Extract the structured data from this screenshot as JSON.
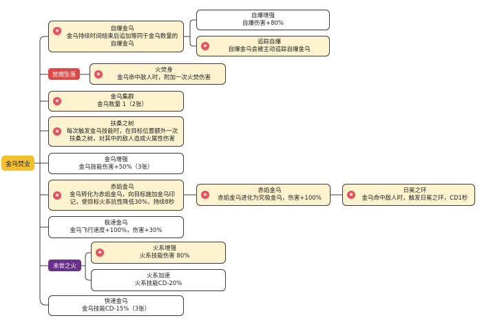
{
  "colors": {
    "root": "#f4c02a",
    "card": "#fdf3cf",
    "tag_red": "#e04848",
    "tag_purple": "#6b2f8e",
    "star": "#e8505b",
    "line": "#3a3a3a"
  },
  "icons": {
    "star": "star-icon"
  },
  "root": "金乌焚业",
  "tags": {
    "red": "焚燃坠落",
    "purple": "末世之火"
  },
  "nodes": {
    "n1": {
      "title": "自爆金乌",
      "desc": "金乌持续时间结束后追加等同于金乌数量的自爆金乌"
    },
    "n1a": {
      "title": "自爆增强",
      "desc": "自爆伤害+80%"
    },
    "n1b": {
      "title": "追踪自爆",
      "desc": "自爆金乌会被主动追踪自爆金乌"
    },
    "n2a": {
      "title": "火焚身",
      "desc": "金乌命中敌人时，附加一次火焚伤害"
    },
    "n3": {
      "title": "金乌集群",
      "desc": "金乌数量 1（2张）"
    },
    "n4": {
      "title": "扶桑之树",
      "desc": "每次触发金乌技能时，在目标位置额外一次扶桑之树，对其中的敌人造成火属性伤害"
    },
    "n5": {
      "title": "金乌增强",
      "desc": "金乌技能伤害+50%（3张）"
    },
    "n6": {
      "title": "赤焰金乌",
      "desc": "金乌转化为赤焰金乌，向目标施加金乌印记，使目标火系抗性降低30%，持续8秒"
    },
    "n6a": {
      "title": "赤焰金乌",
      "desc": "赤焰金乌进化为究极金乌，伤害+100%"
    },
    "n6b": {
      "title": "日冕之环",
      "desc": "金乌命中敌人时，触发日冕之环，CD1秒"
    },
    "n7": {
      "title": "极速金乌",
      "desc": "金乌飞行速度+100%，伤害+30%"
    },
    "n8a": {
      "title": "火系增强",
      "desc": "火系技能伤害 80%"
    },
    "n8b": {
      "title": "火系加速",
      "desc": "火系技能CD-20%"
    },
    "n9": {
      "title": "快速金乌",
      "desc": "金乌技能CD-15%（3张）"
    }
  }
}
